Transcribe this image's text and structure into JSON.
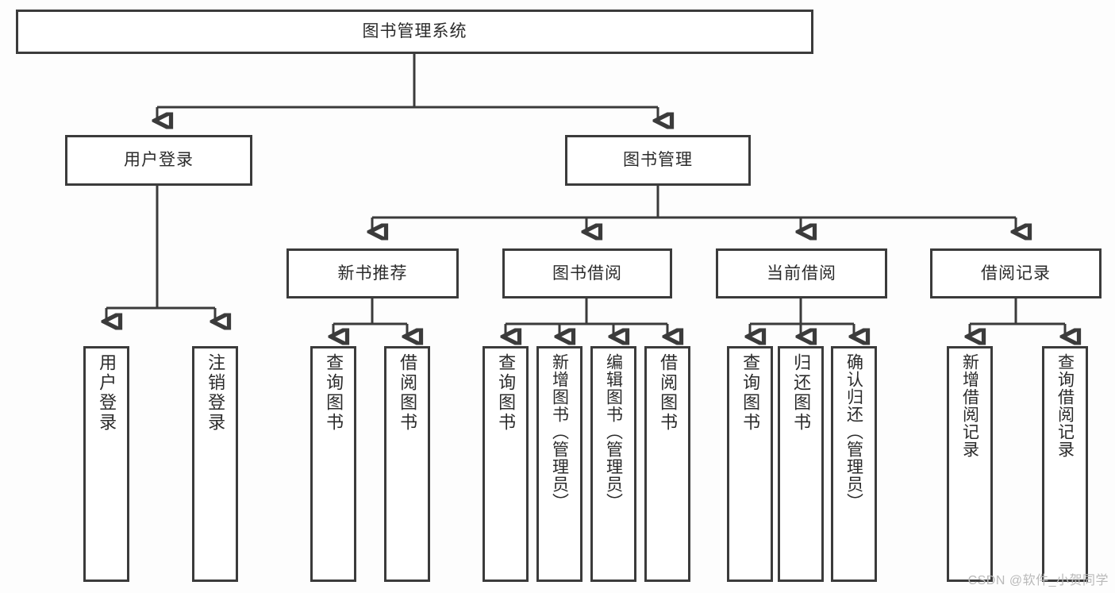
{
  "diagram": {
    "title": "图书管理系统",
    "watermark": "CSDN @软件_小贺同学",
    "style": {
      "border_color": "#3b3b3b",
      "box_fill": "#ffffff",
      "background": "#fdfdfd",
      "text_color": "#2b2b2b",
      "watermark_color": "#b9b9b9"
    },
    "root": {
      "label": "图书管理系统"
    },
    "level1": [
      {
        "label": "用户登录"
      },
      {
        "label": "图书管理"
      }
    ],
    "level2": [
      {
        "label": "新书推荐"
      },
      {
        "label": "图书借阅"
      },
      {
        "label": "当前借阅"
      },
      {
        "label": "借阅记录"
      }
    ],
    "leaves": {
      "user_login": [
        {
          "label": "用户登录"
        },
        {
          "label": "注销登录"
        }
      ],
      "new_book_recommend": [
        {
          "label": "查询图书"
        },
        {
          "label": "借阅图书"
        }
      ],
      "book_borrow": [
        {
          "label": "查询图书"
        },
        {
          "label": "新增图书（管理员）"
        },
        {
          "label": "编辑图书（管理员）"
        },
        {
          "label": "借阅图书"
        }
      ],
      "current_borrow": [
        {
          "label": "查询图书"
        },
        {
          "label": "归还图书"
        },
        {
          "label": "确认归还（管理员）"
        }
      ],
      "borrow_record": [
        {
          "label": "新增借阅记录"
        },
        {
          "label": "查询借阅记录"
        }
      ]
    }
  }
}
